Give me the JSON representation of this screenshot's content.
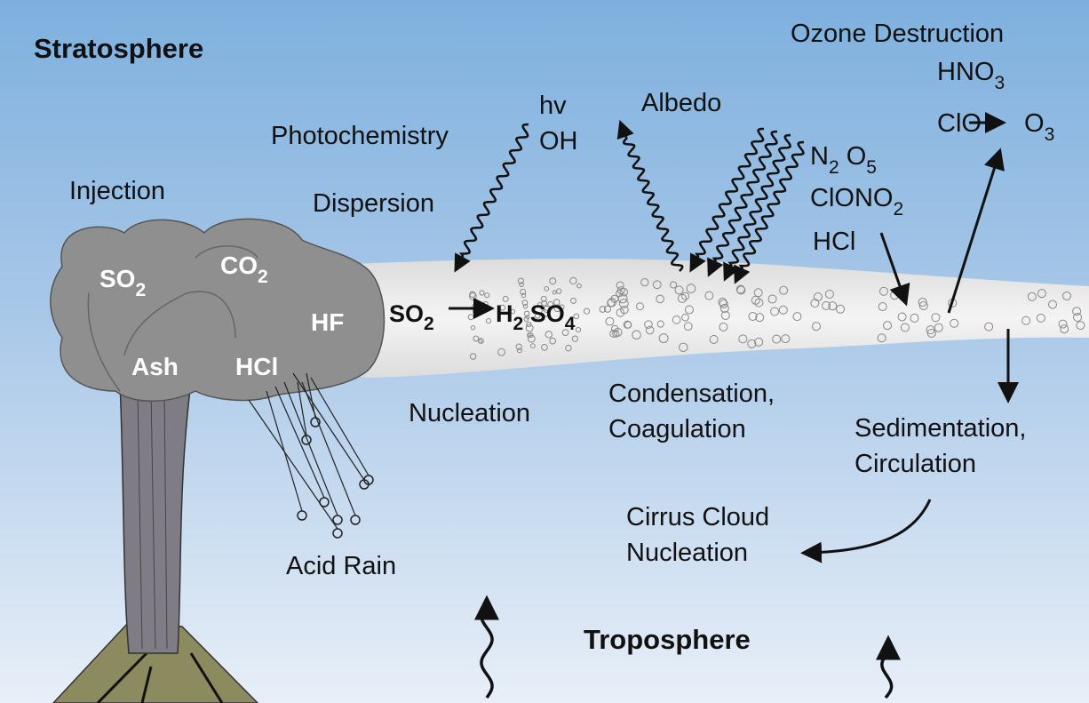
{
  "title_strat": "Stratosphere",
  "title_trop": "Troposphere",
  "labels": {
    "ozone_destruction": "Ozone Destruction",
    "albedo": "Albedo",
    "hv": "hv",
    "oh": "OH",
    "photochemistry": "Photochemistry",
    "injection": "Injection",
    "dispersion": "Dispersion",
    "hcl": "HCl",
    "nucleation": "Nucleation",
    "condensation": "Condensation,",
    "coagulation": "Coagulation",
    "sedimentation": "Sedimentation,",
    "circulation": "Circulation",
    "cirrus1": "Cirrus Cloud",
    "cirrus2": "Nucleation",
    "acid_rain": "Acid Rain"
  },
  "formulas": {
    "hno3": {
      "main": "HNO",
      "sub": "3"
    },
    "clo": "ClO",
    "o3": {
      "main": "O",
      "sub": "3"
    },
    "n2o5": {
      "a": "N",
      "a_sub": "2",
      "b": " O",
      "b_sub": "5"
    },
    "clono2": {
      "main": "ClONO",
      "sub": "2"
    },
    "reaction": {
      "so": "SO",
      "so_sub": "2",
      "h": "H",
      "h_sub": "2",
      "so4": " SO",
      "so4_sub": "4"
    }
  },
  "cloud": {
    "so2": {
      "main": "SO",
      "sub": "2"
    },
    "co2": {
      "main": "CO",
      "sub": "2"
    },
    "hf": "HF",
    "ash": "Ash",
    "hcl": "HCl"
  },
  "colors": {
    "sky_top": "#7eb0de",
    "sky_bottom": "#e8eff8",
    "plume": "#eeeeee",
    "cloud": "#8f8f8f",
    "volcano": "#8c8a5f"
  }
}
